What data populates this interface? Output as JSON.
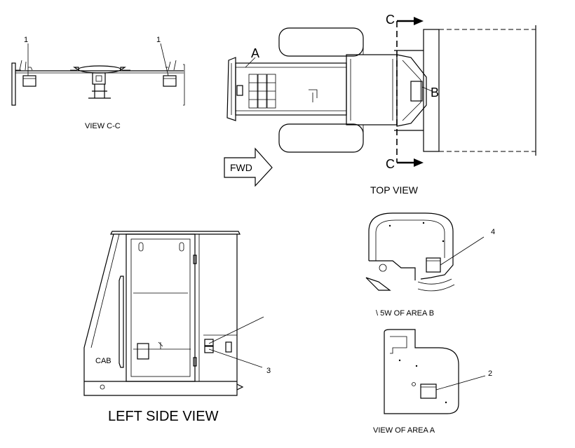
{
  "views": {
    "view_cc": "VIEW C-C",
    "top_view": "TOP VIEW",
    "left_side_view": "LEFT SIDE VIEW",
    "view_area_b": "\\  5W OF AREA B",
    "view_area_a": "VIEW OF AREA  A"
  },
  "labels": {
    "section_c": "C",
    "point_a": "A",
    "point_b": "B",
    "fwd": "FWD",
    "cab": "CAB"
  },
  "callouts": {
    "item1": "1",
    "item2": "2",
    "item3": "3",
    "item4": "4"
  }
}
